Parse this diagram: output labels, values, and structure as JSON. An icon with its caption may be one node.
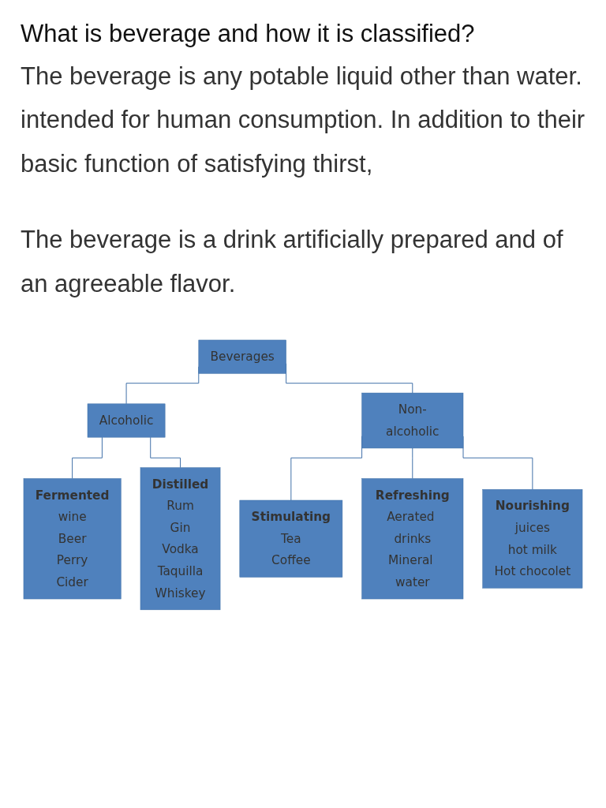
{
  "diagram": {
    "title": "What is beverage and how it is classified?",
    "nodes": [
      {
        "text": [
          "Beverages"
        ]
      },
      {
        "text": [
          "Alcoholic"
        ]
      },
      {
        "text": [
          "Non-alcoholic"
        ]
      },
      {
        "text": [
          "Fermented",
          "wine",
          "Beer",
          "Perry",
          "Cider"
        ]
      },
      {
        "text": [
          "Distilled",
          "Rum",
          "Gin",
          "Vodka",
          "Taquilla",
          "Whiskey"
        ]
      },
      {
        "text": [
          "Stimulating",
          "Tea",
          "Coffee"
        ]
      },
      {
        "text": [
          "Refreshing",
          "Aerated drinks",
          "Mineral water"
        ]
      },
      {
        "text": [
          "Nourishing",
          "juices",
          "hot milk",
          "Hot chocolet"
        ]
      }
    ],
    "edges": [
      {
        "from": 0,
        "to": 1,
        "arrow": "none"
      },
      {
        "from": 0,
        "to": 2,
        "arrow": "none"
      },
      {
        "from": 1,
        "to": 3,
        "arrow": "none"
      },
      {
        "from": 1,
        "to": 4,
        "arrow": "none"
      },
      {
        "from": 2,
        "to": 5,
        "arrow": "none"
      },
      {
        "from": 2,
        "to": 6,
        "arrow": "none"
      },
      {
        "from": 2,
        "to": 7,
        "arrow": "none"
      }
    ],
    "labels": [
      "The beverage is any potable liquid other than water. intended for human consumption. In addition to their basic function of satisfying thirst,",
      "The beverage is a drink artificially prepared and of an agreeable flavor."
    ]
  }
}
